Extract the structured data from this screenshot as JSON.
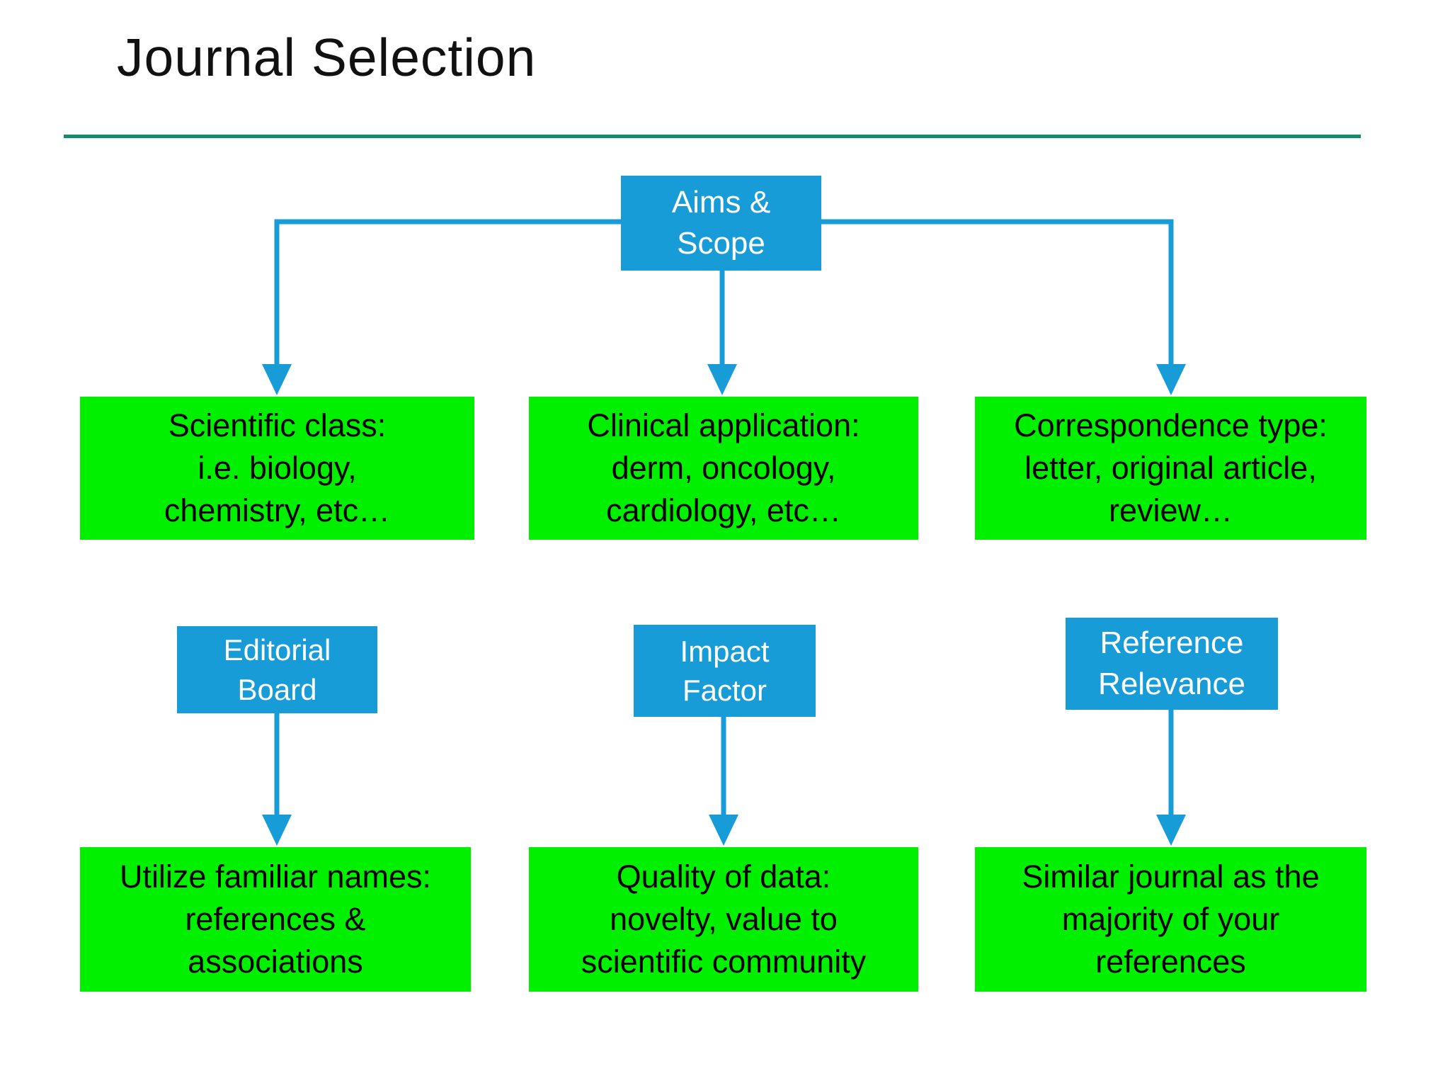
{
  "slide": {
    "title": "Journal Selection"
  },
  "colors": {
    "node_blue": "#189CD8",
    "node_green": "#00F000",
    "connector_blue": "#189CD8",
    "title_rule_teal": "#178A6E",
    "text_on_blue": "#FFFFFF",
    "text_on_green": "#000000",
    "title_text": "#111111"
  },
  "nodes": {
    "aims_scope": {
      "label": "Aims &\nScope"
    },
    "scientific_class": {
      "label": "Scientific class:\ni.e. biology,\nchemistry, etc…"
    },
    "clinical_application": {
      "label": "Clinical application:\nderm, oncology,\ncardiology, etc…"
    },
    "correspondence_type": {
      "label": "Correspondence type:\nletter, original article,\nreview…"
    },
    "editorial_board": {
      "label": "Editorial\nBoard"
    },
    "impact_factor": {
      "label": "Impact\nFactor"
    },
    "reference_relevance": {
      "label": "Reference\nRelevance"
    },
    "utilize_familiar_names": {
      "label": "Utilize familiar names:\nreferences &\nassociations"
    },
    "quality_of_data": {
      "label": "Quality of data:\nnovelty, value to\nscientific community"
    },
    "similar_journal": {
      "label": "Similar journal as the\nmajority of your\nreferences"
    }
  },
  "connections": [
    {
      "from": "aims_scope",
      "to": "scientific_class"
    },
    {
      "from": "aims_scope",
      "to": "clinical_application"
    },
    {
      "from": "aims_scope",
      "to": "correspondence_type"
    },
    {
      "from": "editorial_board",
      "to": "utilize_familiar_names"
    },
    {
      "from": "impact_factor",
      "to": "quality_of_data"
    },
    {
      "from": "reference_relevance",
      "to": "similar_journal"
    }
  ]
}
